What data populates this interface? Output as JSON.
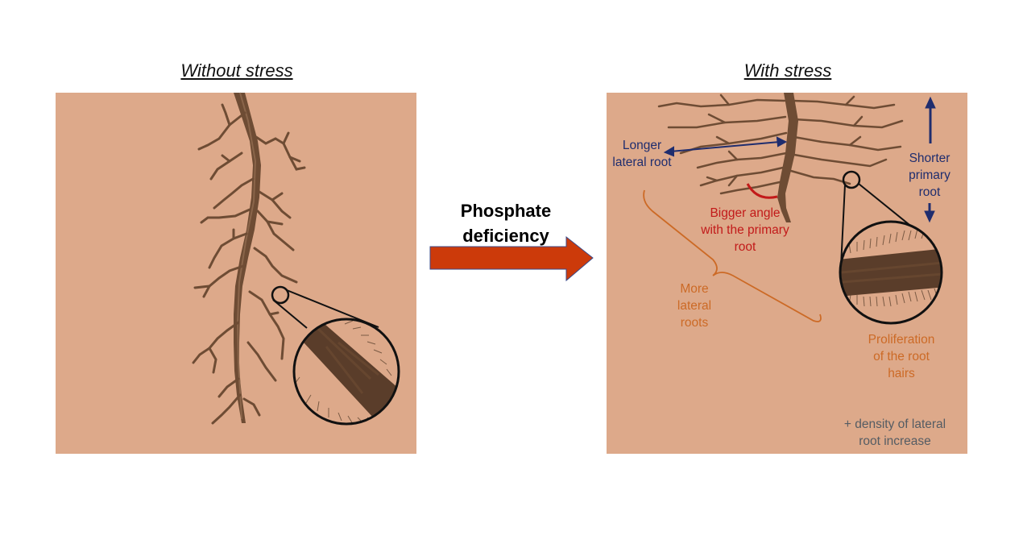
{
  "left_panel": {
    "title": "Without stress"
  },
  "right_panel": {
    "title": "With stress",
    "labels": {
      "longer_lateral_root": "Longer\nlateral root",
      "shorter_primary_root": "Shorter\nprimary\nroot",
      "bigger_angle": "Bigger angle\nwith the primary\nroot",
      "more_lateral_roots": "More\nlateral\nroots",
      "proliferation": "Proliferation\nof the root\nhairs",
      "density": "+ density of lateral\nroot increase"
    }
  },
  "transition": {
    "label": "Phosphate\ndeficiency"
  },
  "colors": {
    "soil": "#dda98a",
    "root": "#6b4a33",
    "arrow": "#cc3a0a",
    "navy": "#1f2d6e",
    "red": "#c21a1a",
    "orange": "#cc6a26",
    "grey": "#555c63"
  }
}
